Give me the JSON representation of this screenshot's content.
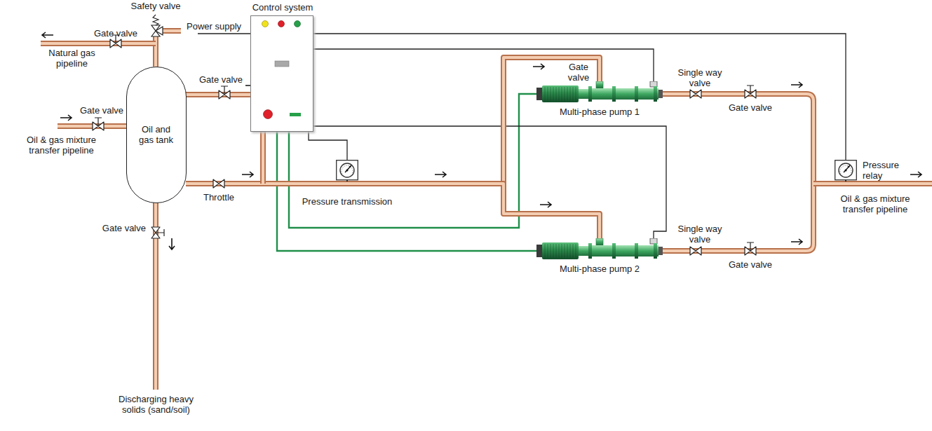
{
  "diagram": {
    "nodes": [
      {
        "text": [
          "Control system"
        ]
      },
      {
        "text": [
          "Oil and gas tank"
        ]
      },
      {
        "text": [
          "Pressure transmission"
        ]
      },
      {
        "text": [
          "Multi-phase pump 1"
        ]
      },
      {
        "text": [
          "Multi-phase pump 2"
        ]
      },
      {
        "text": [
          "Pressure relay"
        ]
      }
    ],
    "edges": [
      {
        "from": 0,
        "to": 2,
        "arrow": "none"
      },
      {
        "from": 0,
        "to": 3,
        "arrow": "none"
      },
      {
        "from": 0,
        "to": 3,
        "arrow": "none"
      },
      {
        "from": 0,
        "to": 4,
        "arrow": "none"
      },
      {
        "from": 0,
        "to": 4,
        "arrow": "none"
      },
      {
        "from": 0,
        "to": 5,
        "arrow": "none"
      },
      {
        "from": 1,
        "to": 3,
        "arrow": "none"
      },
      {
        "from": 1,
        "to": 4,
        "arrow": "none"
      }
    ],
    "labels": [
      "Power supply",
      "Safety valve",
      "Gate valve",
      "Natural gas pipeline",
      "Gate valve",
      "Gate valve",
      "Oil & gas mixture transfer pipeline",
      "Throttle",
      "Gate valve",
      "Discharging heavy solids (sand/soil)",
      "Gate valve",
      "Single way valve",
      "Gate valve",
      "Single way valve",
      "Gate valve",
      "Oil & gas mixture transfer pipeline"
    ]
  }
}
